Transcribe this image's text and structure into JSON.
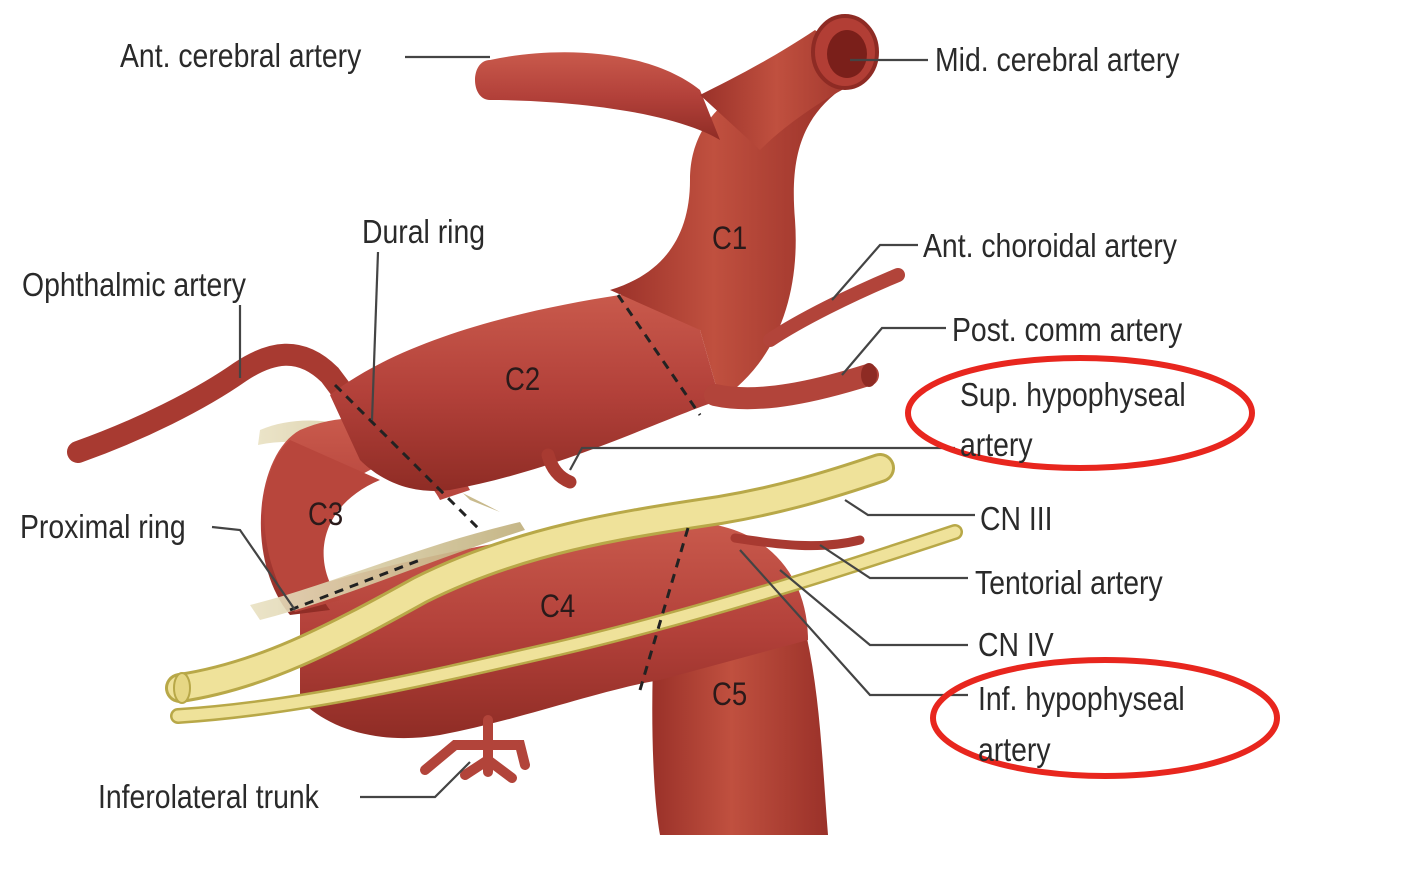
{
  "labels": {
    "ant_cerebral": "Ant. cerebral artery",
    "mid_cerebral": "Mid. cerebral artery",
    "dural_ring": "Dural ring",
    "ophthalmic": "Ophthalmic artery",
    "ant_choroidal": "Ant. choroidal artery",
    "post_comm": "Post. comm artery",
    "sup_hypophyseal_1": "Sup. hypophyseal",
    "sup_hypophyseal_2": "artery",
    "cn_iii": "CN III",
    "proximal_ring": "Proximal ring",
    "tentorial": "Tentorial artery",
    "cn_iv": "CN IV",
    "inf_hypophyseal_1": "Inf. hypophyseal",
    "inf_hypophyseal_2": "artery",
    "inferolateral": "Inferolateral trunk"
  },
  "segments": {
    "c1": "C1",
    "c2": "C2",
    "c3": "C3",
    "c4": "C4",
    "c5": "C5"
  },
  "colors": {
    "artery": "#b5443a",
    "artery_dark": "#8a2a22",
    "nerve": "#efe29a",
    "nerve_edge": "#b8a848",
    "highlight": "#e8261e",
    "leader": "#444444"
  }
}
